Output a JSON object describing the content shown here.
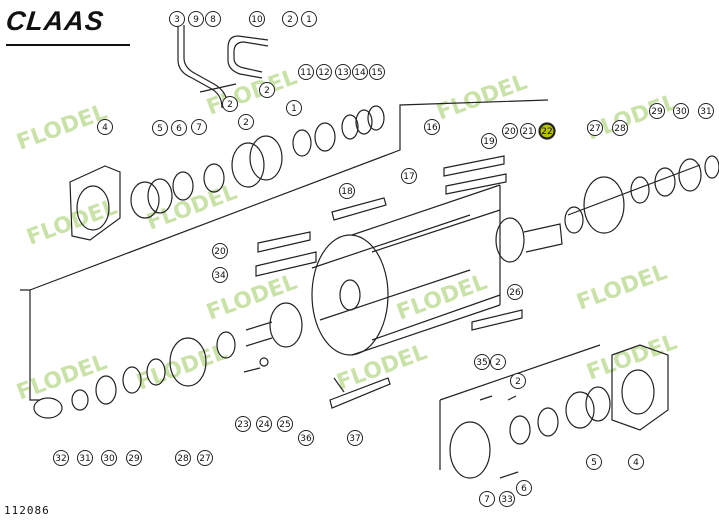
{
  "brand": "CLAAS",
  "drawing_number": "112086",
  "watermark": "FLODEL",
  "highlight_color": "#b8c400",
  "watermark_color": "#b8d98a",
  "callouts": [
    {
      "label": "3"
    },
    {
      "label": "9"
    },
    {
      "label": "8"
    },
    {
      "label": "10"
    },
    {
      "label": "2"
    },
    {
      "label": "1"
    },
    {
      "label": "2"
    },
    {
      "label": "2"
    },
    {
      "label": "1"
    },
    {
      "label": "7"
    },
    {
      "label": "2"
    },
    {
      "label": "4"
    },
    {
      "label": "5"
    },
    {
      "label": "6"
    },
    {
      "label": "11"
    },
    {
      "label": "12"
    },
    {
      "label": "13"
    },
    {
      "label": "14"
    },
    {
      "label": "15"
    },
    {
      "label": "16"
    },
    {
      "label": "19"
    },
    {
      "label": "20"
    },
    {
      "label": "21"
    },
    {
      "label": "22",
      "highlight": true
    },
    {
      "label": "27"
    },
    {
      "label": "28"
    },
    {
      "label": "29"
    },
    {
      "label": "30"
    },
    {
      "label": "31"
    },
    {
      "label": "18"
    },
    {
      "label": "17"
    },
    {
      "label": "20"
    },
    {
      "label": "34"
    },
    {
      "label": "26"
    },
    {
      "label": "35"
    },
    {
      "label": "2"
    },
    {
      "label": "2"
    },
    {
      "label": "32"
    },
    {
      "label": "31"
    },
    {
      "label": "30"
    },
    {
      "label": "29"
    },
    {
      "label": "28"
    },
    {
      "label": "27"
    },
    {
      "label": "23"
    },
    {
      "label": "24"
    },
    {
      "label": "25"
    },
    {
      "label": "36"
    },
    {
      "label": "37"
    },
    {
      "label": "7"
    },
    {
      "label": "33"
    },
    {
      "label": "6"
    },
    {
      "label": "5"
    },
    {
      "label": "4"
    }
  ]
}
